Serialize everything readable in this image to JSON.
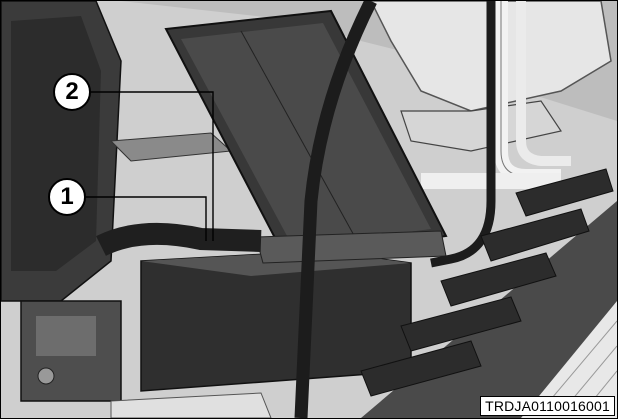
{
  "illustration": {
    "callouts": [
      {
        "number": "2"
      },
      {
        "number": "1"
      }
    ],
    "reference_code": "TRDJA0110016001",
    "colors": {
      "background": "#cfcfcf",
      "dark_metal": "#2a2a2a",
      "mid_metal": "#6e6e6e",
      "light_metal": "#e4e4e4",
      "track": "#3a3a3a"
    }
  }
}
